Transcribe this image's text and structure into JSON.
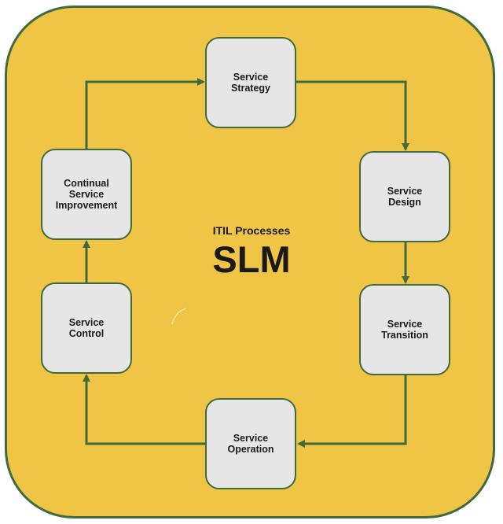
{
  "diagram": {
    "subtitle": "ITIL Processes",
    "title": "SLM",
    "nodes": {
      "strategy": "Service\nStrategy",
      "design": "Service\nDesign",
      "transition": "Service\nTransition",
      "operation": "Service\nOperation",
      "control": "Service\nControl",
      "csi": "Continual\nService\nImprovement"
    },
    "flow": [
      [
        "strategy",
        "design"
      ],
      [
        "design",
        "transition"
      ],
      [
        "transition",
        "operation"
      ],
      [
        "operation",
        "control"
      ],
      [
        "control",
        "csi"
      ],
      [
        "csi",
        "strategy"
      ]
    ]
  },
  "colors": {
    "background": "#f0c445",
    "border": "#3f6b3f",
    "node_fill": "#e6e6e6",
    "text": "#1a1a1a"
  }
}
